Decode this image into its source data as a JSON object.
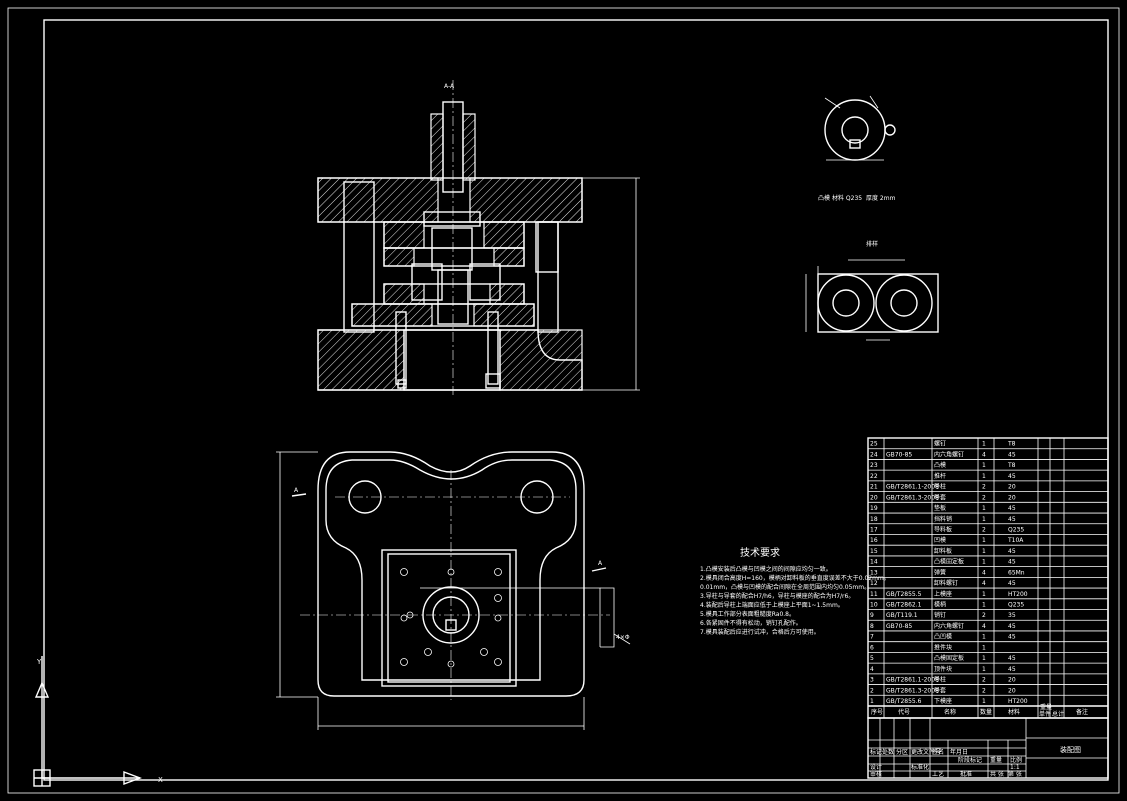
{
  "section_label": "A-A",
  "side_labels": {
    "left": "A",
    "right": "A"
  },
  "holes_callout": "4×Φ",
  "part_a": {
    "caption_name": "凸模",
    "caption_material": "材料 Q235",
    "caption_thickness": "厚度 2mm"
  },
  "part_b": {
    "caption": "排样"
  },
  "tech_notes": {
    "title": "技术要求",
    "lines": [
      "1.凸模安装后凸模与凹模之间的间隙应均匀一致。",
      "2.模具闭合高度H=160，模柄对卸料板的垂直度误差不大于0.02mm。",
      "  0.01mm，凸模与凹模的配合间隙在全周范围内均匀0.05mm。",
      "3.导柱与导套的配合H7/h6，导柱与模座的配合为H7/r6。",
      "4.装配后导柱上端面应低于上模座上平面1~1.5mm。",
      "5.模具工作部分表面粗糙度Ra0.8。",
      "6.各紧固件不得有松动，销钉孔配作。",
      "7.模具装配后应进行试冲，合格后方可使用。"
    ]
  },
  "ucs": {
    "y_label": "Y",
    "x_label": "X"
  },
  "bom": {
    "rows": [
      {
        "no": "25",
        "code": "",
        "name": "螺钉",
        "qty": "1",
        "mat": "T8",
        "note": ""
      },
      {
        "no": "24",
        "code": "GB70-85",
        "name": "内六角螺钉",
        "qty": "4",
        "mat": "45",
        "note": ""
      },
      {
        "no": "23",
        "code": "",
        "name": "凸模",
        "qty": "1",
        "mat": "T8",
        "note": ""
      },
      {
        "no": "22",
        "code": "",
        "name": "推杆",
        "qty": "1",
        "mat": "45",
        "note": ""
      },
      {
        "no": "21",
        "code": "GB/T2861.1-2008",
        "name": "导柱",
        "qty": "2",
        "mat": "20",
        "note": ""
      },
      {
        "no": "20",
        "code": "GB/T2861.3-2008",
        "name": "导套",
        "qty": "2",
        "mat": "20",
        "note": ""
      },
      {
        "no": "19",
        "code": "",
        "name": "垫板",
        "qty": "1",
        "mat": "45",
        "note": ""
      },
      {
        "no": "18",
        "code": "",
        "name": "挡料销",
        "qty": "1",
        "mat": "45",
        "note": ""
      },
      {
        "no": "17",
        "code": "",
        "name": "导料板",
        "qty": "2",
        "mat": "Q235",
        "note": ""
      },
      {
        "no": "16",
        "code": "",
        "name": "凹模",
        "qty": "1",
        "mat": "T10A",
        "note": ""
      },
      {
        "no": "15",
        "code": "",
        "name": "卸料板",
        "qty": "1",
        "mat": "45",
        "note": ""
      },
      {
        "no": "14",
        "code": "",
        "name": "凸模固定板",
        "qty": "1",
        "mat": "45",
        "note": ""
      },
      {
        "no": "13",
        "code": "",
        "name": "弹簧",
        "qty": "4",
        "mat": "65Mn",
        "note": ""
      },
      {
        "no": "12",
        "code": "",
        "name": "卸料螺钉",
        "qty": "4",
        "mat": "45",
        "note": ""
      },
      {
        "no": "11",
        "code": "GB/T2855.5",
        "name": "上模座",
        "qty": "1",
        "mat": "HT200",
        "note": ""
      },
      {
        "no": "10",
        "code": "GB/T2862.1",
        "name": "模柄",
        "qty": "1",
        "mat": "Q235",
        "note": ""
      },
      {
        "no": "9",
        "code": "GB/T119.1",
        "name": "销钉",
        "qty": "2",
        "mat": "35",
        "note": ""
      },
      {
        "no": "8",
        "code": "GB70-85",
        "name": "内六角螺钉",
        "qty": "4",
        "mat": "45",
        "note": ""
      },
      {
        "no": "7",
        "code": "",
        "name": "凸凹模",
        "qty": "1",
        "mat": "45",
        "note": ""
      },
      {
        "no": "6",
        "code": "",
        "name": "推件块",
        "qty": "1",
        "mat": "",
        "note": ""
      },
      {
        "no": "5",
        "code": "",
        "name": "凸模固定板",
        "qty": "1",
        "mat": "45",
        "note": ""
      },
      {
        "no": "4",
        "code": "",
        "name": "顶件块",
        "qty": "1",
        "mat": "45",
        "note": ""
      },
      {
        "no": "3",
        "code": "GB/T2861.1-2008",
        "name": "导柱",
        "qty": "2",
        "mat": "20",
        "note": ""
      },
      {
        "no": "2",
        "code": "GB/T2861.3-2008",
        "name": "导套",
        "qty": "2",
        "mat": "20",
        "note": ""
      },
      {
        "no": "1",
        "code": "GB/T2855.6",
        "name": "下模座",
        "qty": "1",
        "mat": "HT200",
        "note": ""
      }
    ],
    "header": {
      "no": "序号",
      "code": "代号",
      "name": "名称",
      "qty": "数量",
      "mat": "材料",
      "unit_weight": "单件",
      "total_weight": "总计",
      "weight_label": "重量",
      "note": "备注"
    }
  },
  "title_block": {
    "drawing_title": "装配图",
    "labels": [
      "标记",
      "处数",
      "分区",
      "更改文件号",
      "签名",
      "年月日",
      "设计",
      "审核",
      "工艺",
      "批准",
      "标准化",
      "阶段标记",
      "重量",
      "比例",
      "共 张",
      "第 张"
    ],
    "scale": "1:1"
  }
}
